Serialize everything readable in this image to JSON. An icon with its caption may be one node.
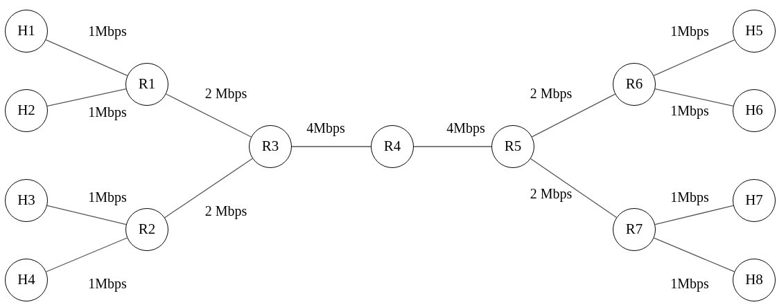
{
  "diagram": {
    "nodes": [
      {
        "text": [
          "H1"
        ]
      },
      {
        "text": [
          "H2"
        ]
      },
      {
        "text": [
          "H3"
        ]
      },
      {
        "text": [
          "H4"
        ]
      },
      {
        "text": [
          "R1"
        ]
      },
      {
        "text": [
          "R2"
        ]
      },
      {
        "text": [
          "R3"
        ]
      },
      {
        "text": [
          "R4"
        ]
      },
      {
        "text": [
          "R5"
        ]
      },
      {
        "text": [
          "R6"
        ]
      },
      {
        "text": [
          "R7"
        ]
      },
      {
        "text": [
          "H5"
        ]
      },
      {
        "text": [
          "H6"
        ]
      },
      {
        "text": [
          "H7"
        ]
      },
      {
        "text": [
          "H8"
        ]
      }
    ],
    "edges": [
      {
        "from": 0,
        "to": 4,
        "arrow": "none",
        "label": "1Mbps"
      },
      {
        "from": 1,
        "to": 4,
        "arrow": "none",
        "label": "1Mbps"
      },
      {
        "from": 4,
        "to": 6,
        "arrow": "none",
        "label": "2 Mbps"
      },
      {
        "from": 2,
        "to": 5,
        "arrow": "none",
        "label": "1Mbps"
      },
      {
        "from": 3,
        "to": 5,
        "arrow": "none",
        "label": "1Mbps"
      },
      {
        "from": 5,
        "to": 6,
        "arrow": "none",
        "label": "2 Mbps"
      },
      {
        "from": 6,
        "to": 7,
        "arrow": "none",
        "label": "4Mbps"
      },
      {
        "from": 7,
        "to": 8,
        "arrow": "none",
        "label": "4Mbps"
      },
      {
        "from": 8,
        "to": 9,
        "arrow": "none",
        "label": "2 Mbps"
      },
      {
        "from": 9,
        "to": 11,
        "arrow": "none",
        "label": "1Mbps"
      },
      {
        "from": 9,
        "to": 12,
        "arrow": "none",
        "label": "1Mbps"
      },
      {
        "from": 8,
        "to": 10,
        "arrow": "none",
        "label": "2 Mbps"
      },
      {
        "from": 10,
        "to": 13,
        "arrow": "none",
        "label": "1Mbps"
      },
      {
        "from": 10,
        "to": 14,
        "arrow": "none",
        "label": "1Mbps"
      }
    ]
  }
}
